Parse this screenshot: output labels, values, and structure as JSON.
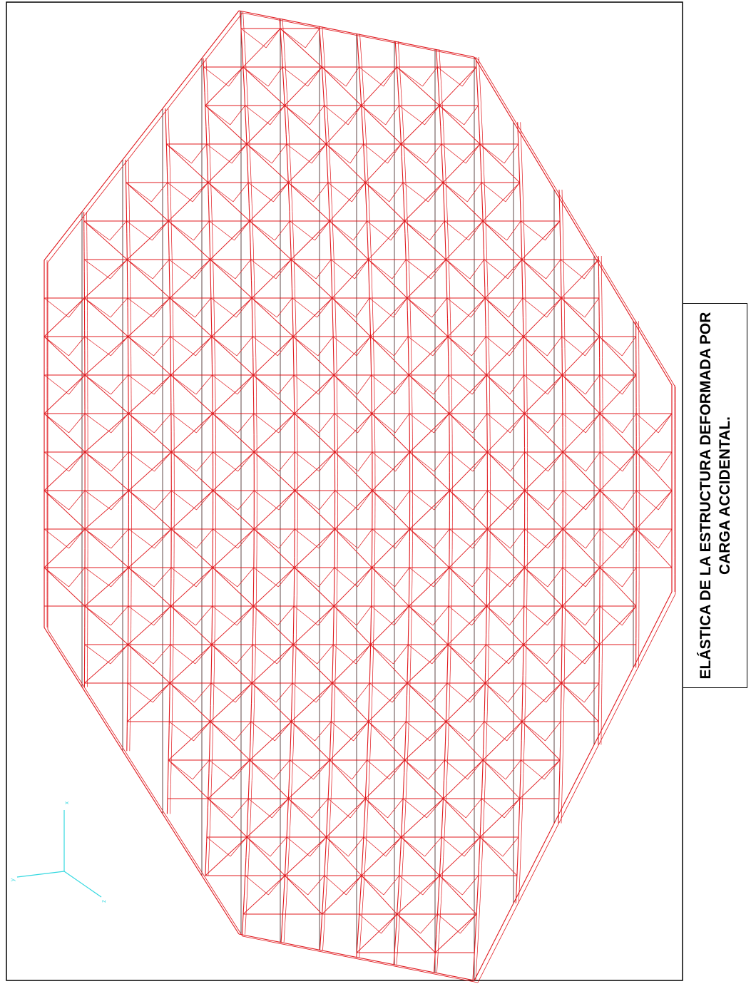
{
  "caption": {
    "line1": "ELÁSTICA DE LA ESTRUCTURA DEFORMADA POR",
    "line2": "CARGA ACCIDENTAL."
  },
  "axes": {
    "x": "x",
    "y": "y",
    "z": "z"
  },
  "colors": {
    "deformed": "#e0191e",
    "undeformed": "#3a1a1a",
    "axis": "#33d8e0",
    "frame": "#000000"
  }
}
